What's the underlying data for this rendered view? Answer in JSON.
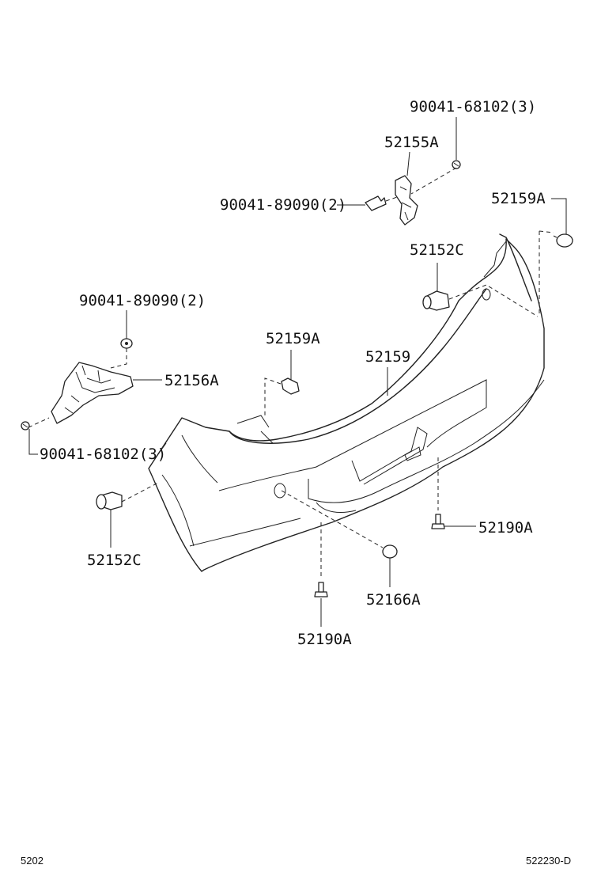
{
  "labels": {
    "clip_upper": "90041-68102(3)",
    "retainer_upper": "52155A",
    "screw_upper": "90041-89090(2)",
    "plug_right": "52159A",
    "support_right": "52152C",
    "screw_left": "90041-89090(2)",
    "plug_mid": "52159A",
    "bumper_cover": "52159",
    "retainer_left": "52156A",
    "clip_left": "90041-68102(3)",
    "support_left": "52152C",
    "bolt_right": "52190A",
    "plug_lower": "52166A",
    "bolt_lower": "52190A"
  },
  "footer": {
    "page_ref": "5202",
    "figure_ref": "522230-D"
  },
  "icons": [
    "clip-icon",
    "screw-icon",
    "plug-icon",
    "support-icon",
    "bolt-icon",
    "retainer-icon"
  ]
}
